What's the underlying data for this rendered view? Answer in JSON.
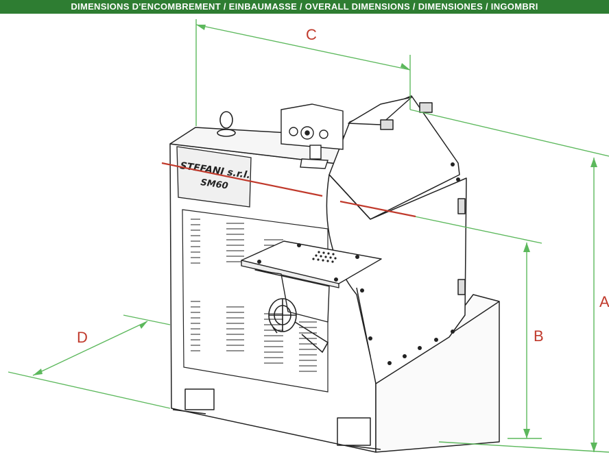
{
  "banner": {
    "text": "DIMENSIONS D'ENCOMBREMENT / EINBAUMASSE / OVERALL DIMENSIONS / DIMENSIONES / INGOMBRI",
    "color": "#2e7d32"
  },
  "machine": {
    "brand": "STEFANI s.r.l.",
    "model": "SM60"
  },
  "dimensions": {
    "a": "A",
    "b": "B",
    "c": "C",
    "d": "D"
  },
  "colors": {
    "dimension_line": "#5cb85c",
    "dimension_label": "#c0392b",
    "axis_line": "#c0392b",
    "outline": "#222222"
  }
}
